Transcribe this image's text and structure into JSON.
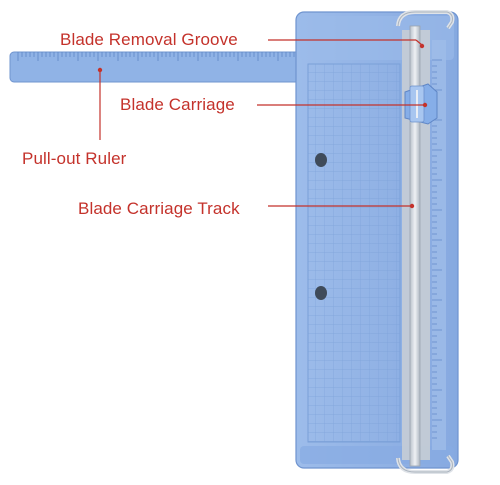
{
  "diagram": {
    "colors": {
      "label_text": "#c4322b",
      "leader_line": "#c4322b",
      "trimmer_body": "#8fb2e6",
      "trimmer_edge": "#6f94cf",
      "grid_line": "#7aa0d8",
      "cutting_strip": "#c9cfd6",
      "metal_rail": "#d9dde2"
    },
    "callouts": [
      {
        "id": "blade-removal-groove",
        "text": "Blade Removal Groove"
      },
      {
        "id": "blade-carriage",
        "text": "Blade Carriage"
      },
      {
        "id": "pull-out-ruler",
        "text": "Pull-out Ruler"
      },
      {
        "id": "blade-carriage-track",
        "text": "Blade Carriage Track"
      }
    ]
  }
}
